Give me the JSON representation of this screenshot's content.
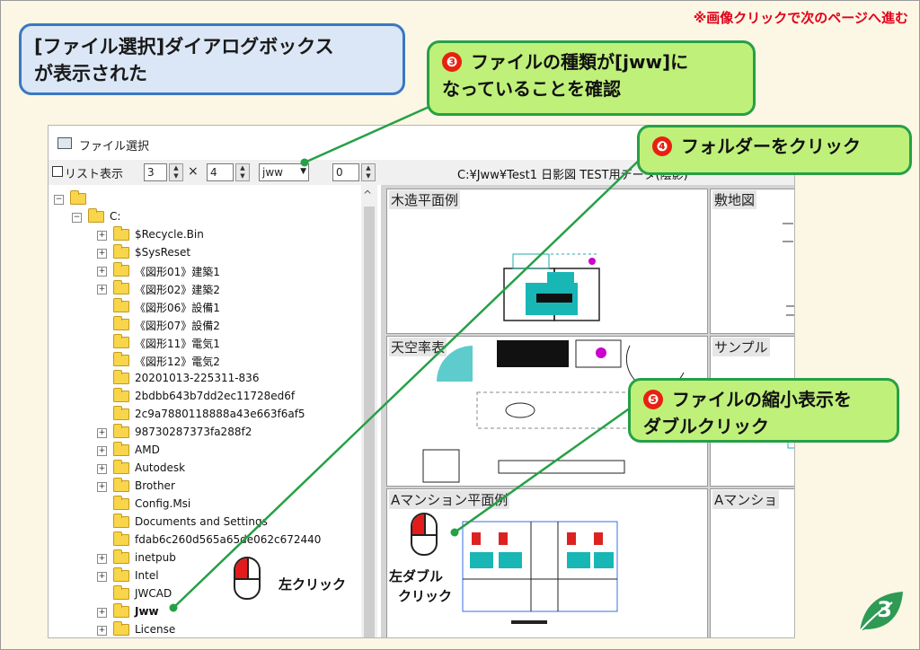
{
  "top_note": "※画像クリックで次のページへ進む",
  "heading": {
    "line1": "[ファイル選択]ダイアログボックス",
    "line2": "が表示された"
  },
  "callouts": {
    "step3": {
      "number": "❸",
      "line1": "ファイルの種類が[jww]に",
      "line2": "なっていることを確認"
    },
    "step4": {
      "number": "❹",
      "text": "フォルダーをクリック"
    },
    "step5": {
      "number": "❺",
      "line1": "ファイルの縮小表示を",
      "line2": "ダブルクリック"
    }
  },
  "dialog": {
    "title": "ファイル選択",
    "list_display_label": "リスト表示",
    "cols_value": "3",
    "times_symbol": "×",
    "rows_value": "4",
    "file_type": "jww",
    "page_value": "0",
    "path_text": "C:¥Jww¥Test1  日影図  TEST用データ(陰影)"
  },
  "tree": [
    {
      "name": "",
      "expander": "−"
    },
    {
      "name": "C:",
      "expander": "−"
    },
    {
      "name": "$Recycle.Bin",
      "expander": "+"
    },
    {
      "name": "$SysReset",
      "expander": "+"
    },
    {
      "name": "《図形01》建築1",
      "expander": "+"
    },
    {
      "name": "《図形02》建築2",
      "expander": "+"
    },
    {
      "name": "《図形06》設備1",
      "expander": ""
    },
    {
      "name": "《図形07》設備2",
      "expander": ""
    },
    {
      "name": "《図形11》電気1",
      "expander": ""
    },
    {
      "name": "《図形12》電気2",
      "expander": ""
    },
    {
      "name": "20201013-225311-836",
      "expander": ""
    },
    {
      "name": "2bdbb643b7dd2ec11728ed6f",
      "expander": ""
    },
    {
      "name": "2c9a7880118888a43e663f6af5",
      "expander": ""
    },
    {
      "name": "98730287373fa288f2",
      "expander": "+"
    },
    {
      "name": "AMD",
      "expander": "+"
    },
    {
      "name": "Autodesk",
      "expander": "+"
    },
    {
      "name": "Brother",
      "expander": "+"
    },
    {
      "name": "Config.Msi",
      "expander": ""
    },
    {
      "name": "Documents and Settings",
      "expander": ""
    },
    {
      "name": "fdab6c260d565a65de062c672440",
      "expander": ""
    },
    {
      "name": "inetpub",
      "expander": "+"
    },
    {
      "name": "Intel",
      "expander": "+"
    },
    {
      "name": "JWCAD",
      "expander": ""
    },
    {
      "name": "Jww",
      "expander": "+"
    },
    {
      "name": "License",
      "expander": "+"
    }
  ],
  "thumbnails": [
    {
      "title": "木造平面例"
    },
    {
      "title": "敷地図"
    },
    {
      "title": "天空率表"
    },
    {
      "title": "サンプル"
    },
    {
      "title": "Aマンション平面例"
    },
    {
      "title": "Aマンショ"
    }
  ],
  "instructions": {
    "left_click": "左クリック",
    "left_double_line1": "左ダブル",
    "left_double_line2": "クリック"
  },
  "page_number": "3",
  "colors": {
    "accent_red": "#e0001a",
    "callout_fill": "#bff07a",
    "callout_border": "#26a046",
    "heading_fill": "#dbe7f6",
    "heading_border": "#3a78c2",
    "leader_line": "#26a046"
  }
}
